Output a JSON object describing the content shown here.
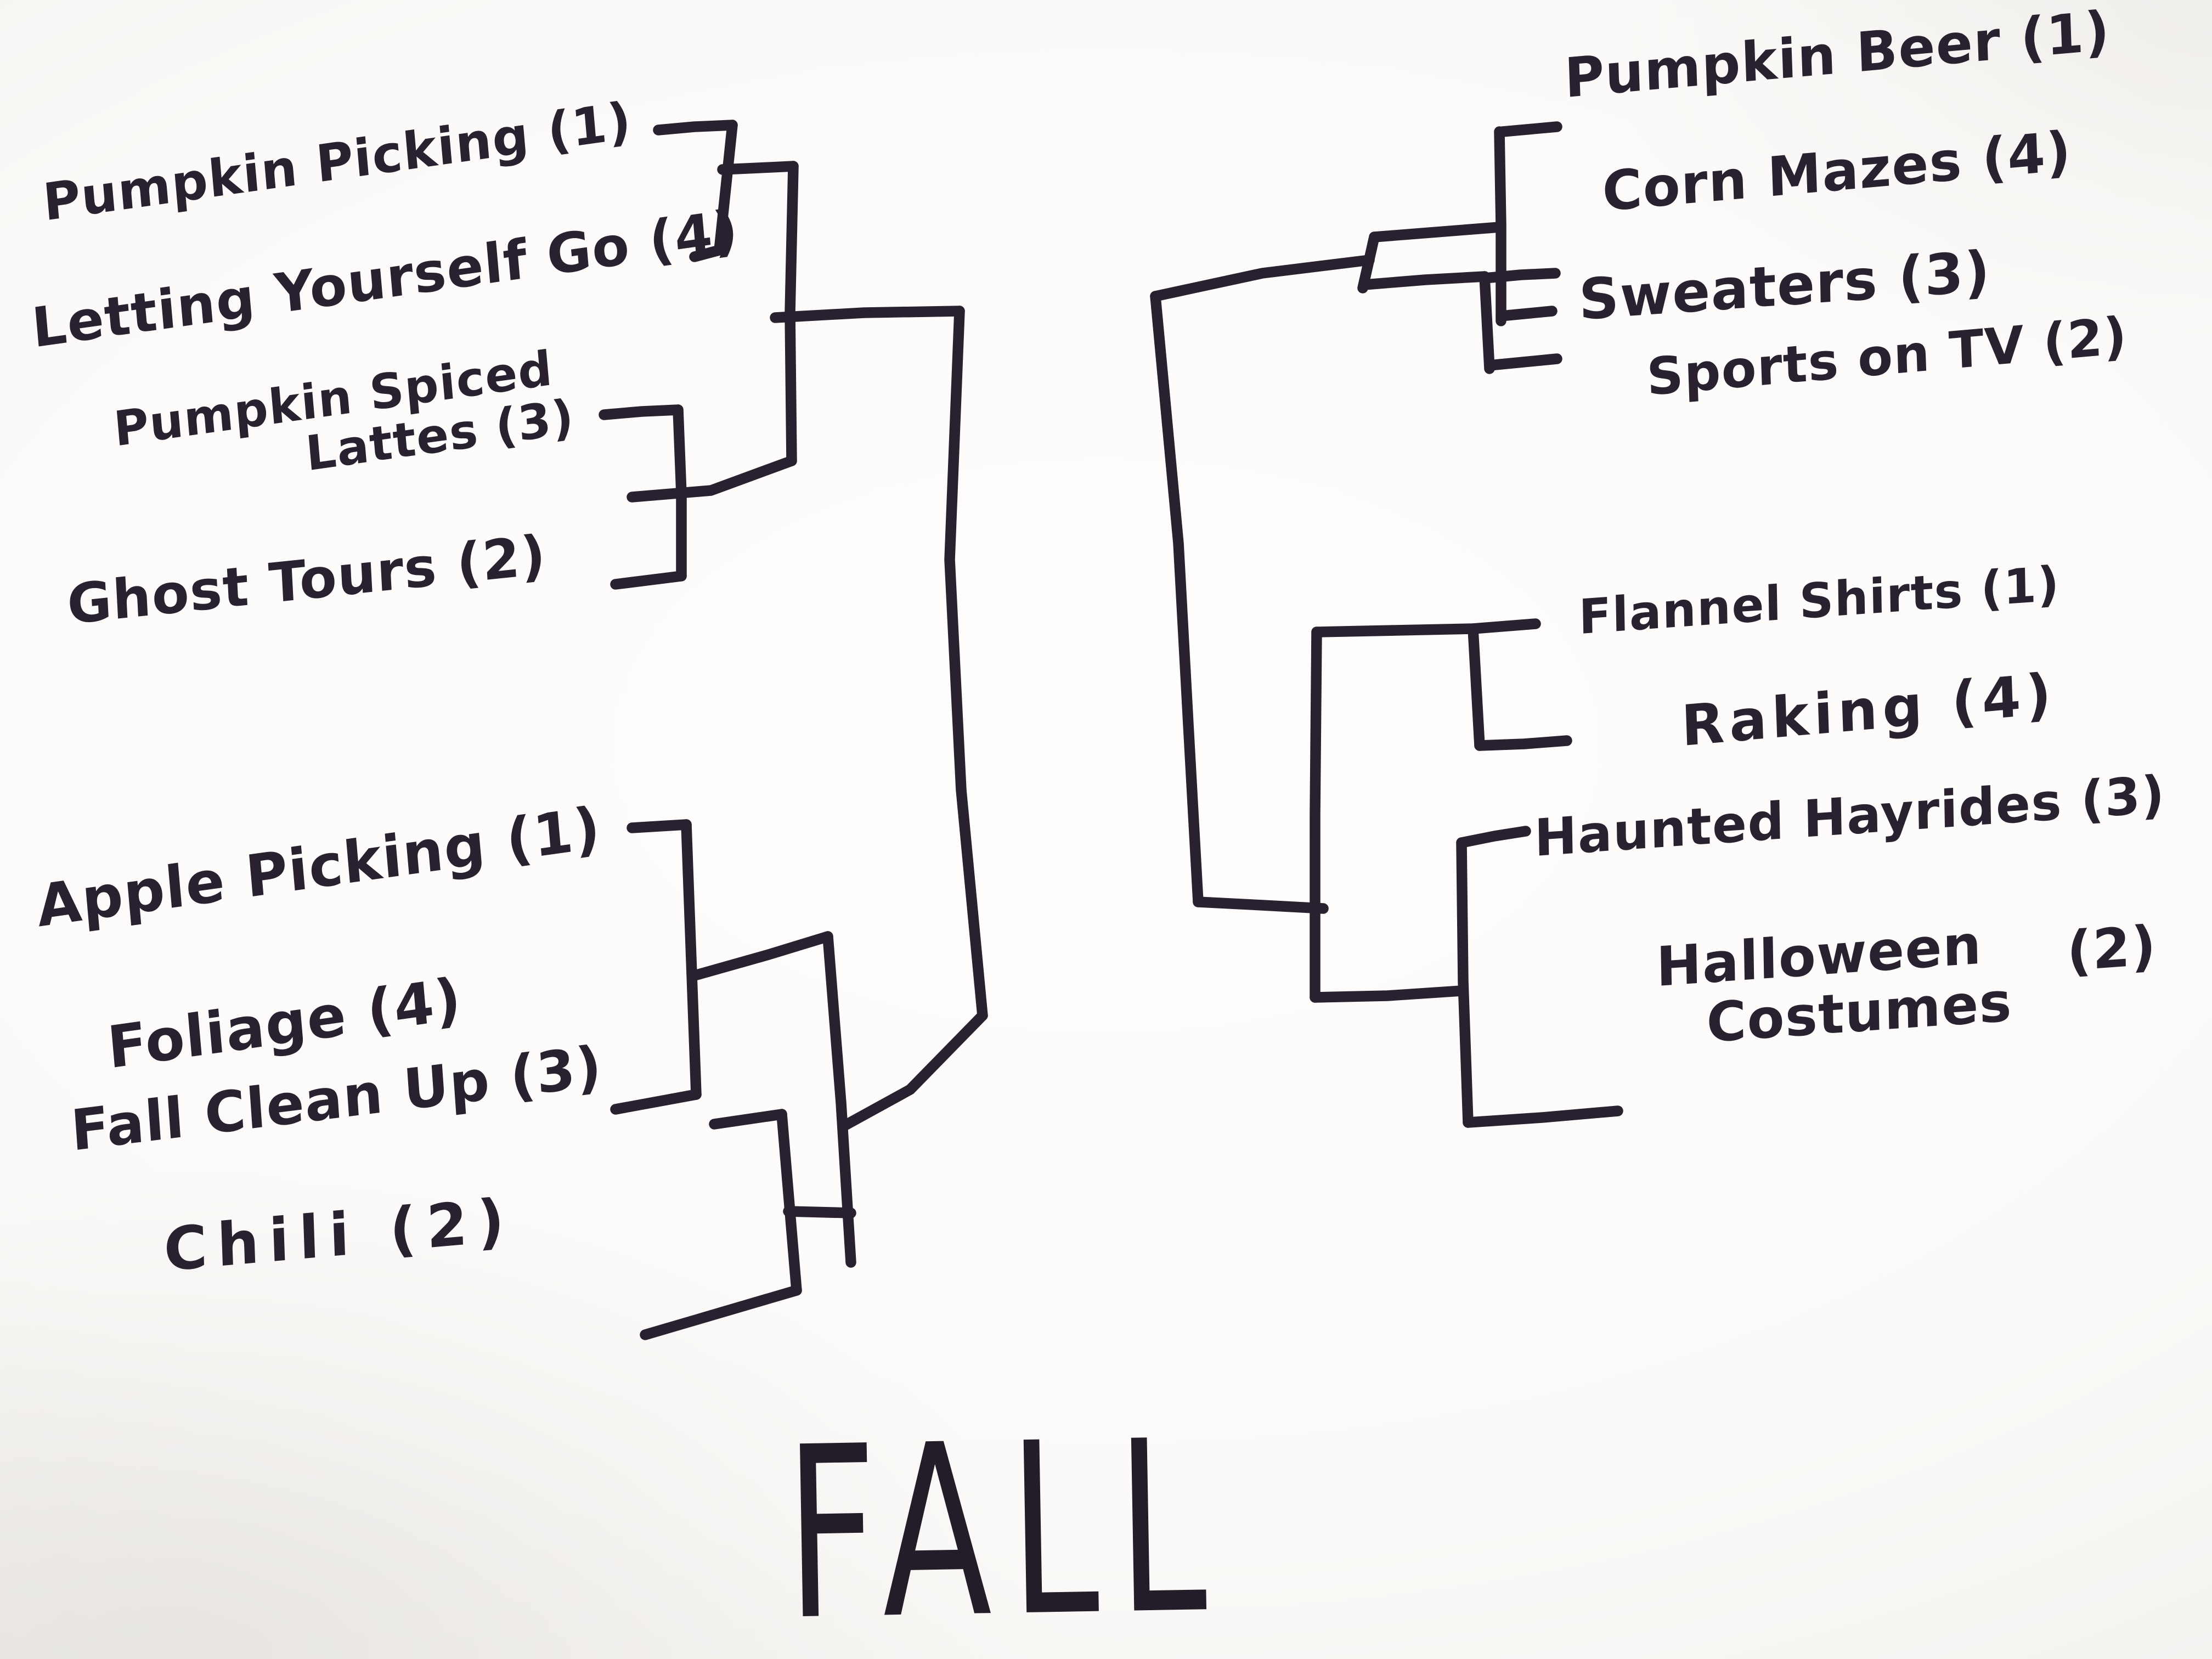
{
  "title": "FALL",
  "colors": {
    "ink": "#2a2130",
    "paper": "#fbfaf8"
  },
  "bracket": {
    "left_top": [
      {
        "name": "Pumpkin Picking",
        "seed": "(1)",
        "line1": "Pumpkin Picking (1)",
        "line2": ""
      },
      {
        "name": "Letting Yourself Go",
        "seed": "(4)",
        "line1": "Letting Yourself Go (4)",
        "line2": ""
      },
      {
        "name": "Pumpkin Spiced Lattes",
        "seed": "(3)",
        "line1": "Pumpkin Spiced",
        "line2": "Lattes (3)"
      },
      {
        "name": "Ghost Tours",
        "seed": "(2)",
        "line1": "Ghost Tours (2)",
        "line2": ""
      }
    ],
    "left_bottom": [
      {
        "name": "Apple Picking",
        "seed": "(1)",
        "line1": "Apple Picking (1)",
        "line2": ""
      },
      {
        "name": "Foliage",
        "seed": "(4)",
        "line1": "Foliage  (4)",
        "line2": ""
      },
      {
        "name": "Fall Clean Up",
        "seed": "(3)",
        "line1": "Fall Clean Up (3)",
        "line2": ""
      },
      {
        "name": "Chili",
        "seed": "(2)",
        "line1": "Chili (2)",
        "line2": ""
      }
    ],
    "right_top": [
      {
        "name": "Pumpkin Beer",
        "seed": "(1)",
        "line1": "Pumpkin Beer (1)",
        "line2": ""
      },
      {
        "name": "Corn Mazes",
        "seed": "(4)",
        "line1": "Corn Mazes (4)",
        "line2": ""
      },
      {
        "name": "Sweaters",
        "seed": "(3)",
        "line1": "Sweaters (3)",
        "line2": ""
      },
      {
        "name": "Sports on TV",
        "seed": "(2)",
        "line1": "Sports on TV (2)",
        "line2": ""
      }
    ],
    "right_bottom": [
      {
        "name": "Flannel Shirts",
        "seed": "(1)",
        "line1": "Flannel Shirts (1)",
        "line2": ""
      },
      {
        "name": "Raking",
        "seed": "(4)",
        "line1": "Raking (4)",
        "line2": ""
      },
      {
        "name": "Haunted Hayrides",
        "seed": "(3)",
        "line1": "Haunted Hayrides (3)",
        "line2": ""
      },
      {
        "name": "Halloween Costumes",
        "seed": "(2)",
        "line1": "Halloween",
        "line2": "Costumes",
        "seed_display": "(2)"
      }
    ]
  }
}
